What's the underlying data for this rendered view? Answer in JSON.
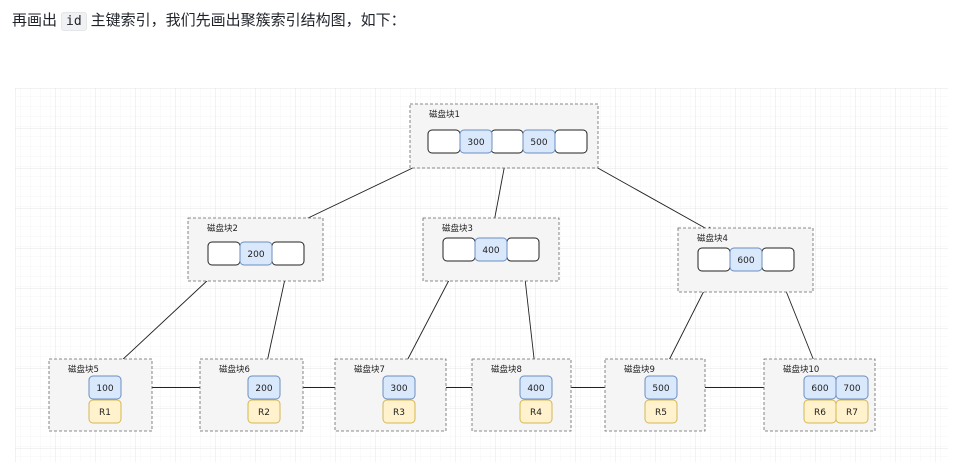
{
  "intro": {
    "before": "再画出",
    "code": "id",
    "after": "主键索引，我们先画出聚簇索引结构图，如下："
  },
  "colors": {
    "key_fill": "#dae8fc",
    "key_stroke": "#6c8ebf",
    "row_fill": "#fff2cc",
    "row_stroke": "#d6b656",
    "block_fill": "#f5f5f5",
    "block_stroke": "#666666",
    "grid": "#ececec",
    "grid_major": "#dedede"
  },
  "diagram": {
    "blocks": [
      {
        "id": "b1",
        "label": "磁盘块1",
        "keys": [
          "300",
          "500"
        ]
      },
      {
        "id": "b2",
        "label": "磁盘块2",
        "keys": [
          "200"
        ]
      },
      {
        "id": "b3",
        "label": "磁盘块3",
        "keys": [
          "400"
        ]
      },
      {
        "id": "b4",
        "label": "磁盘块4",
        "keys": [
          "600"
        ]
      },
      {
        "id": "b5",
        "label": "磁盘块5",
        "keys": [
          "100"
        ],
        "rows": [
          "R1"
        ]
      },
      {
        "id": "b6",
        "label": "磁盘块6",
        "keys": [
          "200"
        ],
        "rows": [
          "R2"
        ]
      },
      {
        "id": "b7",
        "label": "磁盘块7",
        "keys": [
          "300"
        ],
        "rows": [
          "R3"
        ]
      },
      {
        "id": "b8",
        "label": "磁盘块8",
        "keys": [
          "400"
        ],
        "rows": [
          "R4"
        ]
      },
      {
        "id": "b9",
        "label": "磁盘块9",
        "keys": [
          "500"
        ],
        "rows": [
          "R5"
        ]
      },
      {
        "id": "b10",
        "label": "磁盘块10",
        "keys": [
          "600",
          "700"
        ],
        "rows": [
          "R6",
          "R7"
        ]
      }
    ]
  }
}
